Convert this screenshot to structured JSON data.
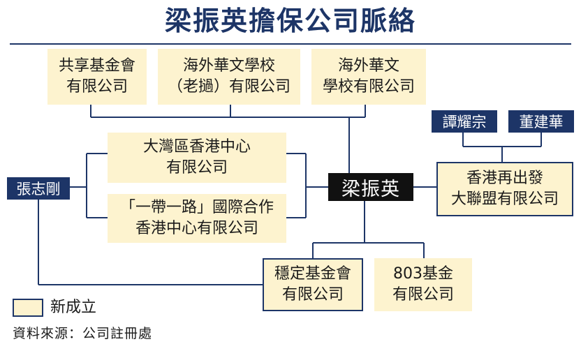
{
  "title": "梁振英擔保公司脈絡",
  "center": "梁振英",
  "top_companies": [
    {
      "label": "共享基金會\n有限公司"
    },
    {
      "label": "海外華文學校\n（老撾）有限公司"
    },
    {
      "label": "海外華文\n學校有限公司"
    }
  ],
  "left_companies": [
    {
      "label": "大灣區香港中心\n有限公司"
    },
    {
      "label": "「一帶一路」國際合作\n香港中心有限公司"
    }
  ],
  "bottom_companies": [
    {
      "label": "穩定基金會\n有限公司"
    },
    {
      "label": "803基金\n有限公司"
    }
  ],
  "right_company": {
    "label": "香港再出發\n大聯盟有限公司"
  },
  "people": {
    "left": "張志剛",
    "right_a": "譚耀宗",
    "right_b": "董建華"
  },
  "legend": {
    "label": "新成立"
  },
  "source": "資料來源：公司註冊處",
  "colors": {
    "navy": "#1d3567",
    "cream": "#fdf3cf",
    "center_bg": "#111111"
  }
}
